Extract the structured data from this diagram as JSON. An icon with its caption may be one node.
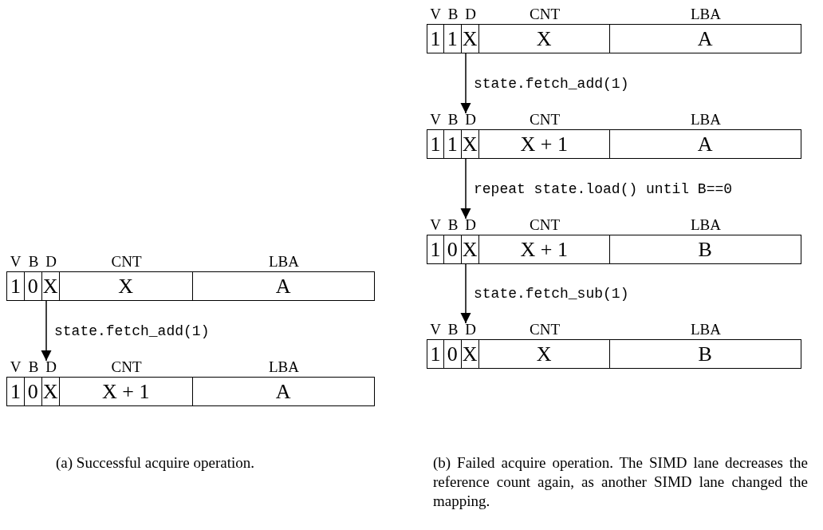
{
  "diagram": {
    "nodes": [
      {
        "text": [
          "1",
          "0",
          "X",
          "X",
          "A"
        ],
        "beside": [
          "V",
          "B",
          "D",
          "CNT",
          "LBA"
        ]
      },
      {
        "text": [
          "1",
          "0",
          "X",
          "X + 1",
          "A"
        ],
        "beside": [
          "V",
          "B",
          "D",
          "CNT",
          "LBA"
        ]
      },
      {
        "text": [
          "1",
          "1",
          "X",
          "X",
          "A"
        ],
        "beside": [
          "V",
          "B",
          "D",
          "CNT",
          "LBA"
        ]
      },
      {
        "text": [
          "1",
          "1",
          "X",
          "X + 1",
          "A"
        ],
        "beside": [
          "V",
          "B",
          "D",
          "CNT",
          "LBA"
        ]
      },
      {
        "text": [
          "1",
          "0",
          "X",
          "X + 1",
          "B"
        ],
        "beside": [
          "V",
          "B",
          "D",
          "CNT",
          "LBA"
        ]
      },
      {
        "text": [
          "1",
          "0",
          "X",
          "X",
          "B"
        ],
        "beside": [
          "V",
          "B",
          "D",
          "CNT",
          "LBA"
        ]
      }
    ],
    "edges": [
      {
        "from": 0,
        "to": 1,
        "arrow": "to",
        "label": "state.fetch_add(1)"
      },
      {
        "from": 2,
        "to": 3,
        "arrow": "to",
        "label": "state.fetch_add(1)"
      },
      {
        "from": 3,
        "to": 4,
        "arrow": "to",
        "label": "repeat state.load() until B==0"
      },
      {
        "from": 4,
        "to": 5,
        "arrow": "to",
        "label": "state.fetch_sub(1)"
      }
    ],
    "labels": [
      "(a) Successful acquire operation.",
      "(b) Failed acquire operation. The SIMD lane decreases the reference count again, as another SIMD lane changed the mapping."
    ]
  }
}
